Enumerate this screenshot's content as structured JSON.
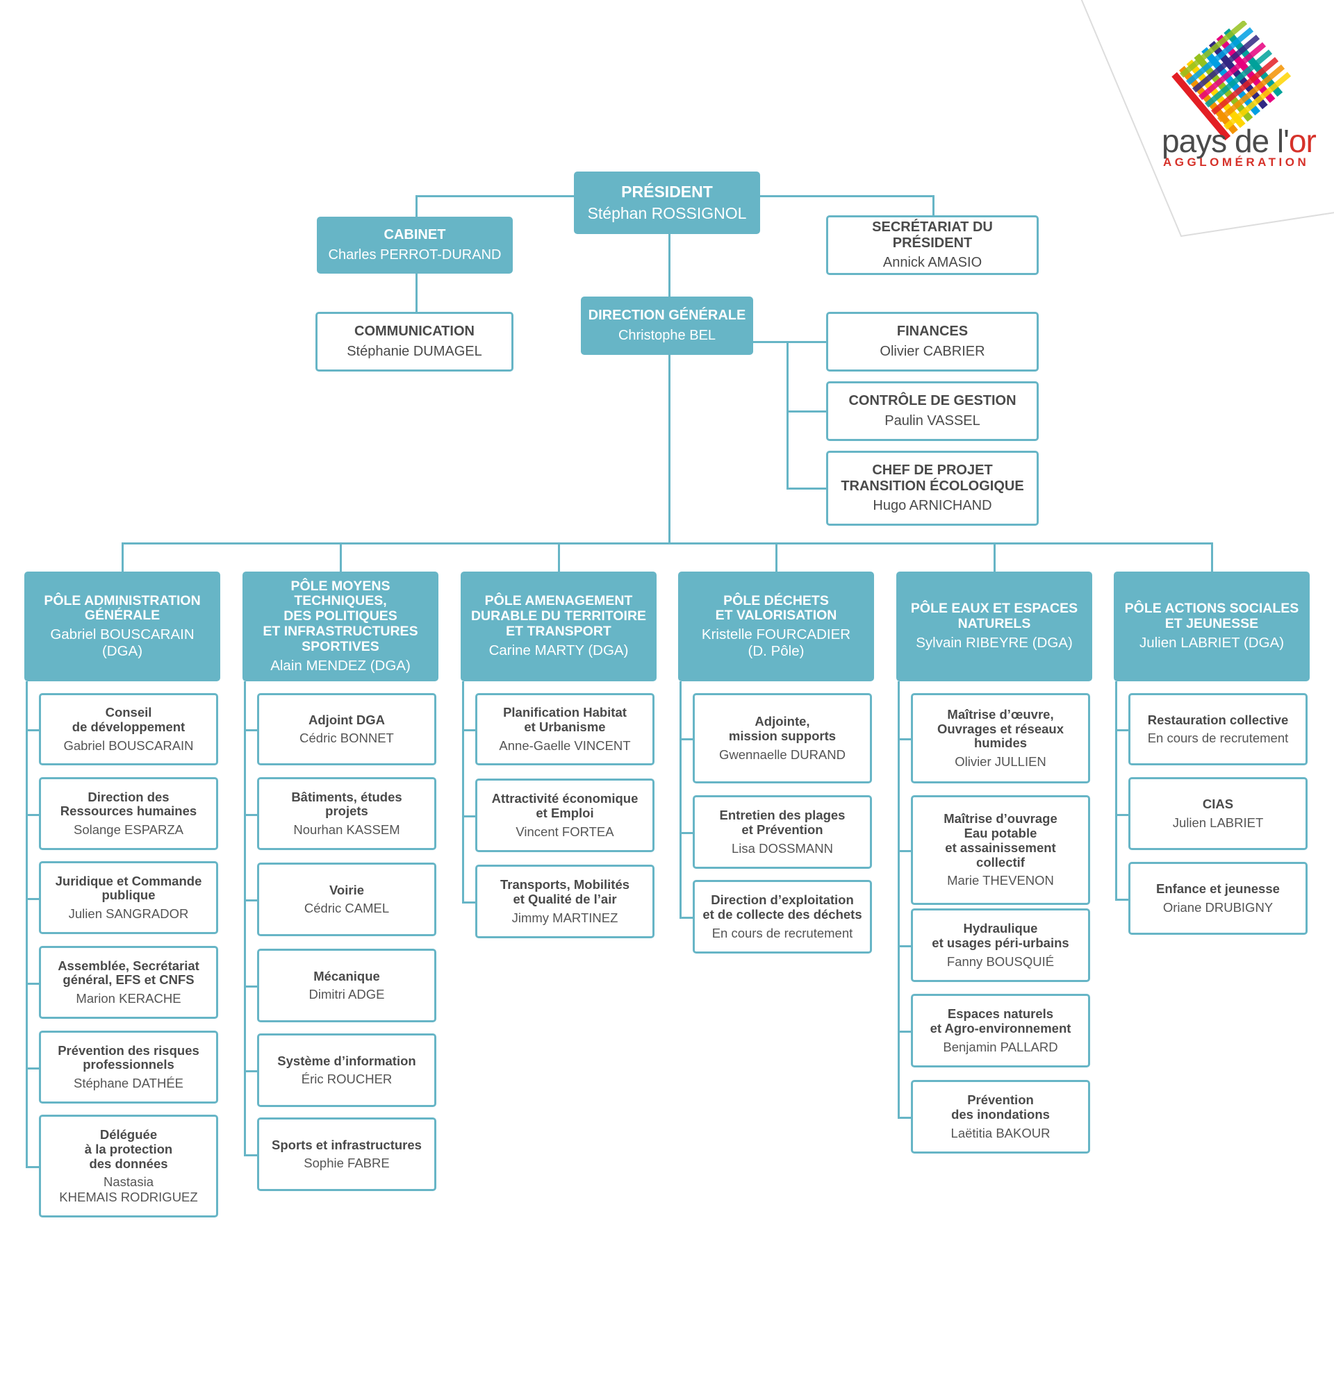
{
  "logo": {
    "brand_main": "pays de l'",
    "brand_or": "or",
    "brand_sub": "AGGLOMÉRATION",
    "colors": [
      "#e31e24",
      "#f39200",
      "#ffd500",
      "#95c11f",
      "#009fe3",
      "#312783",
      "#e6007e",
      "#00a19a"
    ]
  },
  "colors": {
    "accent": "#67b5c6",
    "text": "#4a4a4a",
    "logo_red": "#d6322a"
  },
  "top": {
    "president": {
      "title": "PRÉSIDENT",
      "name": "Stéphan ROSSIGNOL"
    },
    "cabinet": {
      "title": "CABINET",
      "name": "Charles PERROT-DURAND"
    },
    "secretariat": {
      "title": "SECRÉTARIAT DU PRÉSIDENT",
      "name": "Annick AMASIO"
    },
    "communication": {
      "title": "COMMUNICATION",
      "name": "Stéphanie DUMAGEL"
    },
    "direction": {
      "title": "DIRECTION GÉNÉRALE",
      "name": "Christophe BEL"
    },
    "finances": {
      "title": "FINANCES",
      "name": "Olivier CABRIER"
    },
    "controle": {
      "title": "CONTRÔLE DE GESTION",
      "name": "Paulin VASSEL"
    },
    "projet": {
      "title": "CHEF DE PROJET\nTRANSITION ÉCOLOGIQUE",
      "name": "Hugo ARNICHAND"
    }
  },
  "poles": [
    {
      "title": "PÔLE ADMINISTRATION\nGÉNÉRALE",
      "name": "Gabriel BOUSCARAIN (DGA)",
      "units": [
        {
          "title": "Conseil\nde développement",
          "name": "Gabriel BOUSCARAIN"
        },
        {
          "title": "Direction des\nRessources humaines",
          "name": "Solange ESPARZA"
        },
        {
          "title": "Juridique et Commande\npublique",
          "name": "Julien SANGRADOR"
        },
        {
          "title": "Assemblée, Secrétariat\ngénéral, EFS et CNFS",
          "name": "Marion KERACHE"
        },
        {
          "title": "Prévention des risques\nprofessionnels",
          "name": "Stéphane DATHÉE"
        },
        {
          "title": "Déléguée\nà la protection\ndes données",
          "name": "Nastasia\nKHEMAIS RODRIGUEZ"
        }
      ]
    },
    {
      "title": "PÔLE MOYENS\nTECHNIQUES,\nDES POLITIQUES\nET INFRASTRUCTURES\nSPORTIVES",
      "name": "Alain MENDEZ (DGA)",
      "units": [
        {
          "title": "Adjoint DGA",
          "name": "Cédric BONNET"
        },
        {
          "title": "Bâtiments, études\nprojets",
          "name": "Nourhan KASSEM"
        },
        {
          "title": "Voirie",
          "name": "Cédric CAMEL"
        },
        {
          "title": "Mécanique",
          "name": "Dimitri ADGE"
        },
        {
          "title": "Système d’information",
          "name": "Éric ROUCHER"
        },
        {
          "title": "Sports et infrastructures",
          "name": "Sophie FABRE"
        }
      ]
    },
    {
      "title": "PÔLE AMENAGEMENT\nDURABLE DU TERRITOIRE\nET TRANSPORT",
      "name": "Carine MARTY (DGA)",
      "units": [
        {
          "title": "Planification Habitat\net Urbanisme",
          "name": "Anne-Gaelle VINCENT"
        },
        {
          "title": "Attractivité économique\net Emploi",
          "name": "Vincent FORTEA"
        },
        {
          "title": "Transports, Mobilités\net Qualité de l’air",
          "name": "Jimmy MARTINEZ"
        }
      ]
    },
    {
      "title": "PÔLE DÉCHETS\nET VALORISATION",
      "name": "Kristelle FOURCADIER\n(D. Pôle)",
      "units": [
        {
          "title": "Adjointe,\nmission supports",
          "name": "Gwennaelle DURAND"
        },
        {
          "title": "Entretien des plages\net Prévention",
          "name": "Lisa DOSSMANN"
        },
        {
          "title": "Direction d’exploitation\net de collecte des déchets",
          "name": "En cours de recrutement"
        }
      ]
    },
    {
      "title": "PÔLE EAUX ET ESPACES\nNATURELS",
      "name": "Sylvain RIBEYRE (DGA)",
      "units": [
        {
          "title": "Maîtrise d’œuvre,\nOuvrages et réseaux\nhumides",
          "name": "Olivier JULLIEN"
        },
        {
          "title": "Maîtrise d’ouvrage\nEau potable\net assainissement\ncollectif",
          "name": "Marie THEVENON"
        },
        {
          "title": "Hydraulique\net usages péri-urbains",
          "name": "Fanny BOUSQUIÉ"
        },
        {
          "title": "Espaces naturels\net Agro-environnement",
          "name": "Benjamin PALLARD"
        },
        {
          "title": "Prévention\ndes inondations",
          "name": "Laëtitia BAKOUR"
        }
      ]
    },
    {
      "title": "PÔLE ACTIONS SOCIALES\nET JEUNESSE",
      "name": "Julien LABRIET (DGA)",
      "units": [
        {
          "title": "Restauration collective",
          "name": "En cours de recrutement"
        },
        {
          "title": "CIAS",
          "name": "Julien LABRIET"
        },
        {
          "title": "Enfance et jeunesse",
          "name": "Oriane DRUBIGNY"
        }
      ]
    }
  ]
}
